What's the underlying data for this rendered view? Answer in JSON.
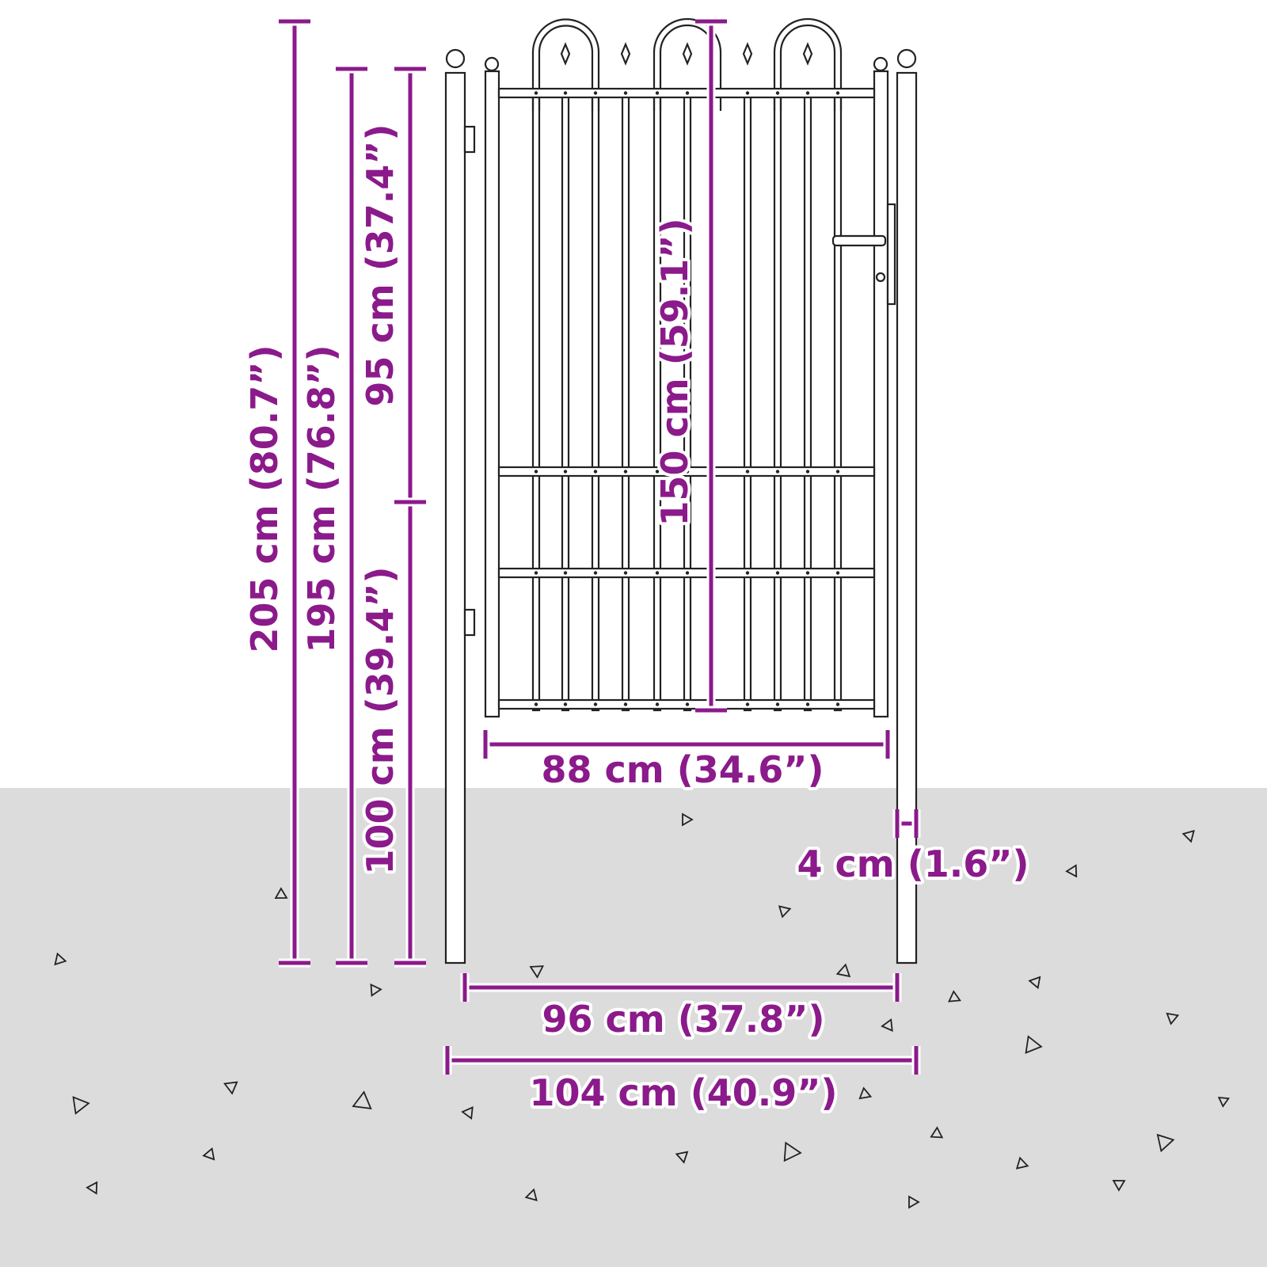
{
  "colors": {
    "dimension": "#8b1a8b",
    "ground": "#dcdcdc",
    "line": "#222222"
  },
  "dimensions": {
    "total_height": "205 cm (80.7”)",
    "post_height": "195 cm (76.8”)",
    "upper_height": "95 cm (37.4”)",
    "lower_height": "100 cm (39.4”)",
    "gate_height": "150 cm (59.1”)",
    "gate_width": "88 cm (34.6”)",
    "post_width": "4 cm (1.6”)",
    "inner_width": "96 cm (37.8”)",
    "total_width": "104 cm (40.9”)"
  }
}
